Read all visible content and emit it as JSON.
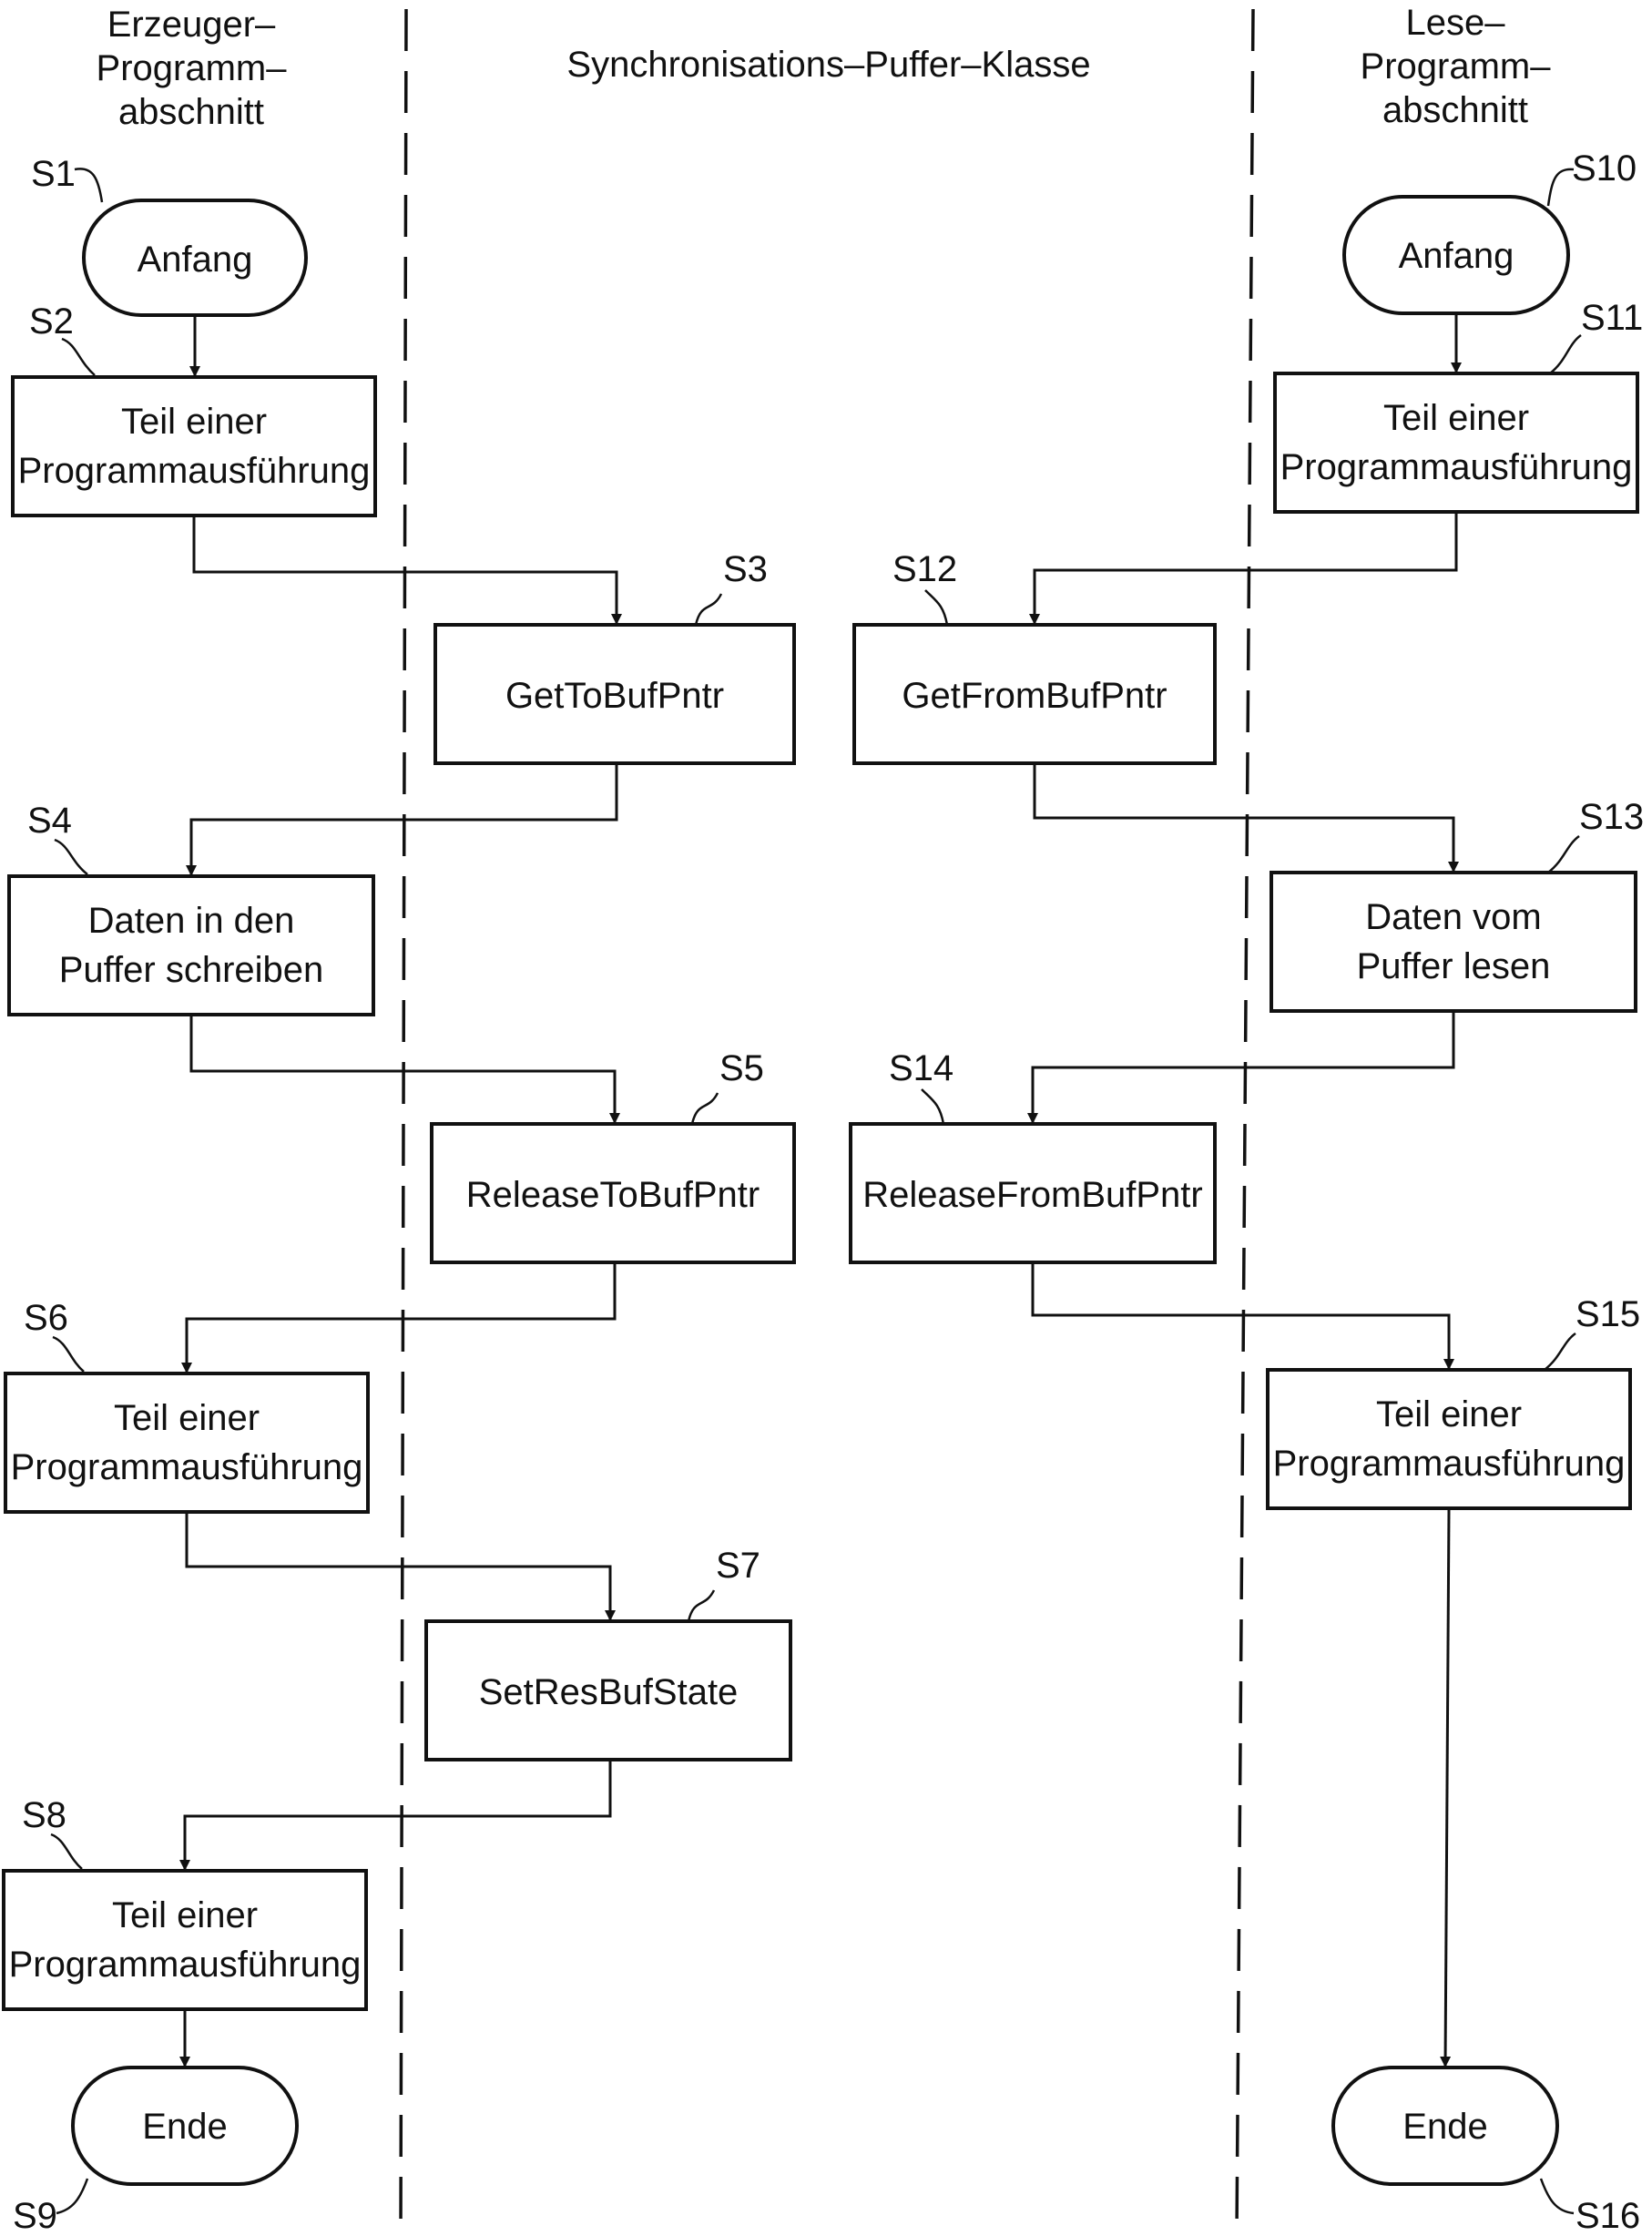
{
  "lanes": {
    "producer": [
      "Erzeuger–",
      "Programm–",
      "abschnitt"
    ],
    "buffer": "Synchronisations–Puffer–Klasse",
    "reader": [
      "Lese–",
      "Programm–",
      "abschnitt"
    ]
  },
  "steps": {
    "s1": {
      "id": "S1",
      "text": [
        "Anfang"
      ]
    },
    "s2": {
      "id": "S2",
      "text": [
        "Teil  einer",
        "Programmausführung"
      ]
    },
    "s3": {
      "id": "S3",
      "text": [
        "GetToBufPntr"
      ]
    },
    "s4": {
      "id": "S4",
      "text": [
        "Daten  in  den",
        "Puffer  schreiben"
      ]
    },
    "s5": {
      "id": "S5",
      "text": [
        "ReleaseToBufPntr"
      ]
    },
    "s6": {
      "id": "S6",
      "text": [
        "Teil  einer",
        "Programmausführung"
      ]
    },
    "s7": {
      "id": "S7",
      "text": [
        "SetResBufState"
      ]
    },
    "s8": {
      "id": "S8",
      "text": [
        "Teil  einer",
        "Programmausführung"
      ]
    },
    "s9": {
      "id": "S9",
      "text": [
        "Ende"
      ]
    },
    "s10": {
      "id": "S10",
      "text": [
        "Anfang"
      ]
    },
    "s11": {
      "id": "S11",
      "text": [
        "Teil  einer",
        "Programmausführung"
      ]
    },
    "s12": {
      "id": "S12",
      "text": [
        "GetFromBufPntr"
      ]
    },
    "s13": {
      "id": "S13",
      "text": [
        "Daten  vom",
        "Puffer  lesen"
      ]
    },
    "s14": {
      "id": "S14",
      "text": [
        "ReleaseFromBufPntr"
      ]
    },
    "s15": {
      "id": "S15",
      "text": [
        "Teil  einer",
        "Programmausführung"
      ]
    },
    "s16": {
      "id": "S16",
      "text": [
        "Ende"
      ]
    }
  }
}
